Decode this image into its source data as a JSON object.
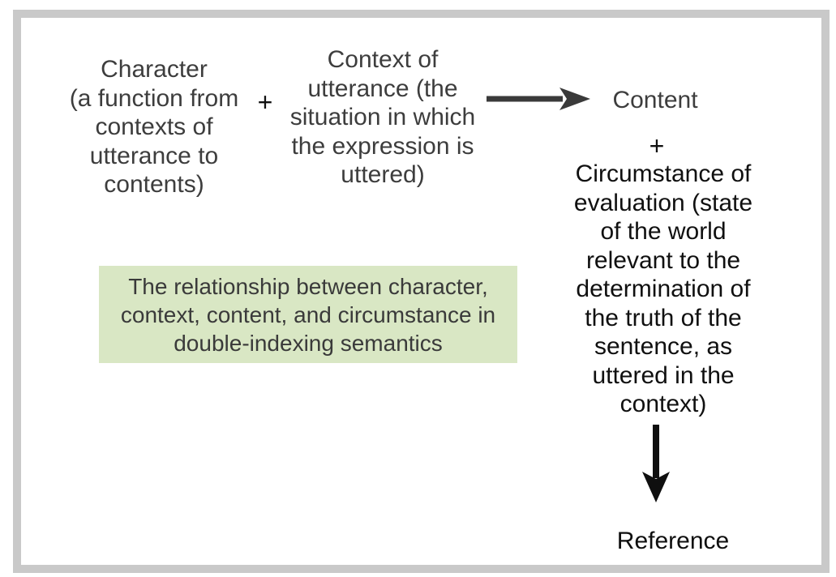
{
  "figure": {
    "character_block": "Character\n(a function from\ncontexts of\nutterance to\ncontents)",
    "plus_1": "+",
    "context_block": "Context of\nutterance (the\nsituation in which\nthe expression is\nuttered)",
    "content_label": "Content",
    "plus_2": "+",
    "circumstance_block": "Circumstance of\nevaluation (state\nof the world\nrelevant to the\ndetermination of\nthe truth of the\nsentence, as\nuttered in the\ncontext)",
    "caption": "The relationship between character,\ncontext, content, and circumstance in\ndouble-indexing semantics",
    "reference_label": "Reference",
    "icons": {
      "right_arrow": "right-arrow-icon",
      "down_arrow": "down-arrow-icon"
    },
    "colors": {
      "caption_background": "#d9e7c4",
      "frame_border": "#c9c9c9",
      "body_text_gray": "#3d3d3d",
      "body_text_black": "#101010",
      "arrow_gray": "#3a3a3a",
      "arrow_black": "#0f0f0f"
    }
  }
}
